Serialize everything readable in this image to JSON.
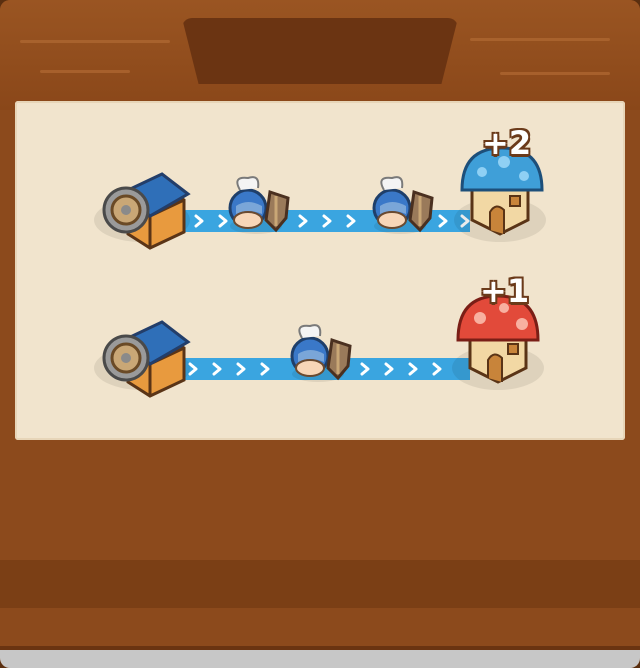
{
  "paths": [
    {
      "bonus_label": "+2",
      "target_cap": "blue",
      "soldiers": 2
    },
    {
      "bonus_label": "+1",
      "target_cap": "red",
      "soldiers": 1
    }
  ],
  "colors": {
    "wood": "#8c4a1c",
    "paper": "#f1e4cd",
    "path": "#3aa5e0",
    "blue_cap": "#3f9fd8",
    "red_cap": "#e24a3a",
    "barracks_roof": "#2f6fb8"
  },
  "icons": [
    "barracks-icon",
    "soldier-icon",
    "blue-mushroom-house-icon",
    "red-mushroom-house-icon",
    "arrow-chevron-icon"
  ]
}
